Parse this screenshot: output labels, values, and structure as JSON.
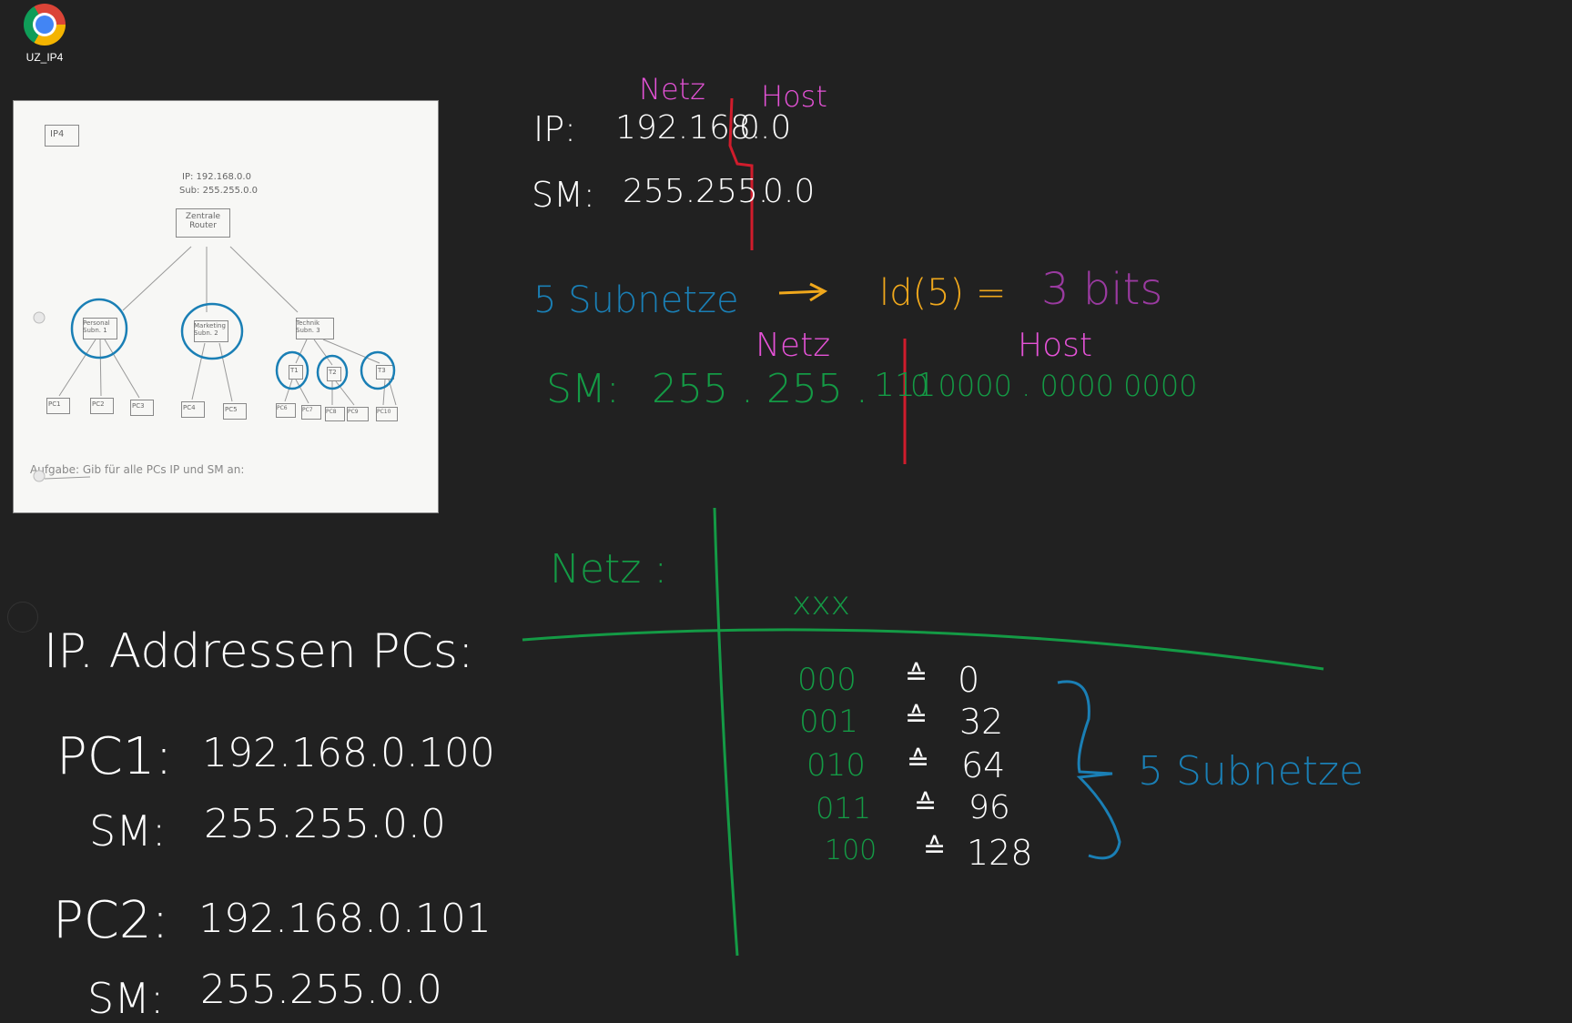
{
  "desktop": {
    "icon_label": "UZ_IP4"
  },
  "sheet": {
    "title": "IP4",
    "ip_line": "IP: 192.168.0.0",
    "sub_line": "Sub: 255.255.0.0",
    "router": "Zentrale Router",
    "nodes": [
      "Personal Subn. 1",
      "Marketing Subn. 2",
      "Technik Subn. 3"
    ],
    "small_nodes": [
      "T1",
      "T2",
      "T3"
    ],
    "pcs": [
      "PC1",
      "PC2",
      "PC3",
      "PC4",
      "PC5",
      "PC6",
      "PC7",
      "PC8",
      "PC9",
      "PC10"
    ],
    "task": "Aufgabe: Gib für alle PCs IP und SM an:"
  },
  "notes": {
    "netz_label": "Netz",
    "host_label": "Host",
    "ip_row": {
      "label": "IP:",
      "net": "192.168.",
      "host": "0.0"
    },
    "sm_row": {
      "label": "SM:",
      "net": "255.255.",
      "host": "0.0"
    },
    "subnets": {
      "left": "5 Subnetze",
      "arrow": "→",
      "formula": "ld(5) =",
      "result": "3 bits"
    },
    "sm_binary": {
      "netz": "Netz",
      "host": "Host",
      "label": "SM:",
      "part1": "255 . 255 .",
      "bits_net": "111",
      "bits_host": "0 0000 . 0000 0000"
    },
    "table": {
      "header_left": "Netz :",
      "header_right": "xxx",
      "rows": [
        {
          "bits": "000",
          "eq": "≙",
          "value": "0"
        },
        {
          "bits": "001",
          "eq": "≙",
          "value": "32"
        },
        {
          "bits": "010",
          "eq": "≙",
          "value": "64"
        },
        {
          "bits": "011",
          "eq": "≙",
          "value": "96"
        },
        {
          "bits": "100",
          "eq": "≙",
          "value": "128"
        }
      ],
      "brace_label": "5 Subnetze"
    },
    "ip_list": {
      "heading": "IP. Addressen PCs:",
      "entries": [
        {
          "pc": "PC1:",
          "ip": "192.168.0.100",
          "sm_label": "SM:",
          "sm": "255.255.0.0"
        },
        {
          "pc": "PC2:",
          "ip": "192.168.0.101",
          "sm_label": "SM:",
          "sm": "255.255.0.0"
        }
      ]
    }
  },
  "colors": {
    "background": "#212121",
    "white": "#ffffff",
    "magenta": "#e452d6",
    "red": "#d01c2c",
    "blue": "#1a7fb5",
    "orange": "#f0a81c",
    "purple": "#9a3aa0",
    "green": "#149a45"
  }
}
